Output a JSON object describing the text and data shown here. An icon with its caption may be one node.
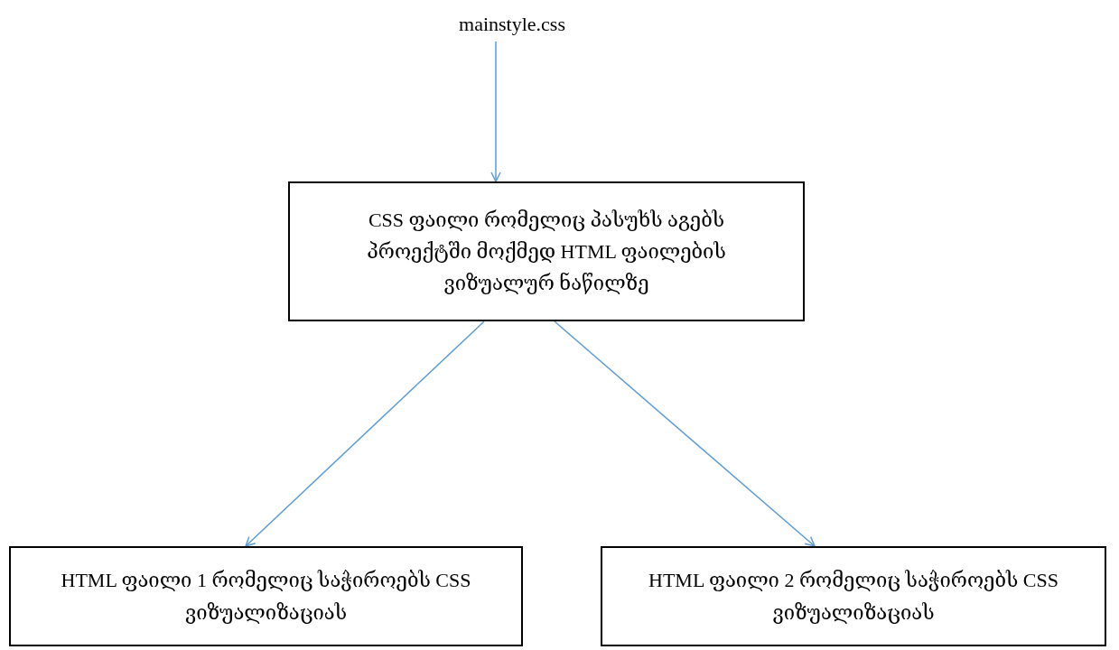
{
  "diagram": {
    "nodes": [
      {
        "text": [
          "mainstyle.css"
        ]
      },
      {
        "text": [
          "CSS ფაილი რომელიც პასუხს აგებს პროექტში მოქმედ HTML ფაილების ვიზუალურ ნაწილზე"
        ]
      },
      {
        "text": [
          "HTML ფაილი 1 რომელიც საჭიროებს CSS ვიზუალიზაციას"
        ]
      },
      {
        "text": [
          "HTML ფაილი 2 რომელიც საჭიროებს CSS ვიზუალიზაციას"
        ]
      }
    ],
    "edges": [
      {
        "from": 0,
        "to": 1,
        "arrow": "to"
      },
      {
        "from": 1,
        "to": 2,
        "arrow": "to"
      },
      {
        "from": 1,
        "to": 3,
        "arrow": "to"
      }
    ]
  }
}
